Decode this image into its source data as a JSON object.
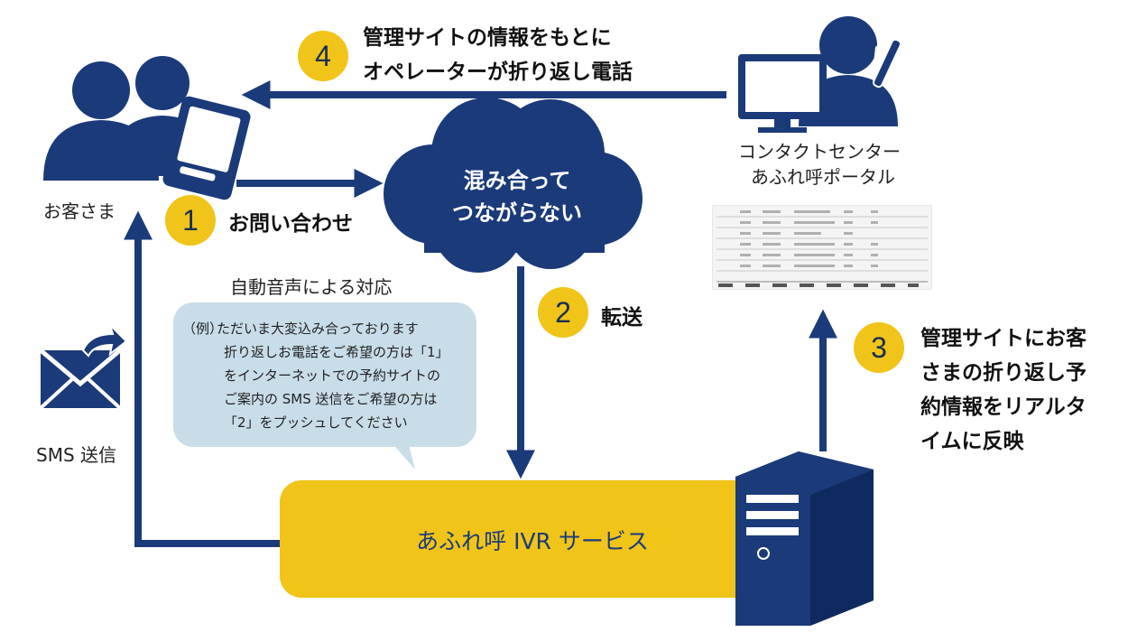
{
  "colors": {
    "navy": "#1b3a7a",
    "yellow": "#f0c419",
    "bubble": "#c9dde9"
  },
  "customer_label": "お客さま",
  "sms_label": "SMS 送信",
  "steps": [
    {
      "number": "1",
      "label": "お問い合わせ"
    },
    {
      "number": "2",
      "label": "転送"
    },
    {
      "number": "3",
      "lines": [
        "管理サイトにお客",
        "さまの折り返し予",
        "約情報をリアルタ",
        "イムに反映"
      ]
    },
    {
      "number": "4",
      "lines": [
        "管理サイトの情報をもとに",
        "オペレーターが折り返し電話"
      ]
    }
  ],
  "cloud": {
    "lines": [
      "混み合って",
      "つながらない"
    ]
  },
  "contact_center": {
    "lines": [
      "コンタクトセンター",
      "あふれ呼ポータル"
    ]
  },
  "auto_voice": {
    "title": "自動音声による対応",
    "prefix": "（例）",
    "lines": [
      "ただいま大変込み合っております",
      "折り返しお電話をご希望の方は「1」",
      "をインターネットでの予約サイトの",
      "ご案内の SMS 送信をご希望の方は",
      "「2」をプッシュしてください"
    ]
  },
  "ivr_label": "あふれ呼 IVR サービス",
  "icons": [
    "customers-icon",
    "tablet-icon",
    "envelope-icon",
    "operator-icon",
    "monitor-icon",
    "server-icon",
    "cloud-icon",
    "table-thumbnail-icon"
  ]
}
